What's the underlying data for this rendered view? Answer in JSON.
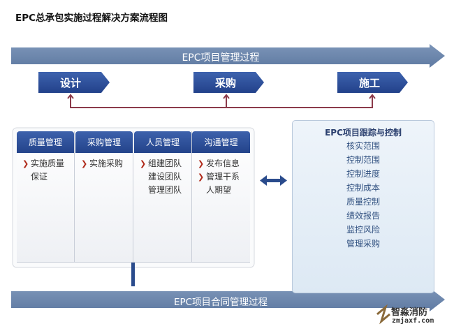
{
  "title": "EPC总承包实施过程解决方案流程图",
  "top_bar": "EPC项目管理过程",
  "phases": [
    "设计",
    "采购",
    "施工"
  ],
  "columns": [
    {
      "header": "质量管理",
      "items": [
        [
          "实施质量",
          "保证"
        ]
      ]
    },
    {
      "header": "采购管理",
      "items": [
        [
          "实施采购"
        ]
      ]
    },
    {
      "header": "人员管理",
      "items": [
        [
          "组建团队",
          "建设团队",
          "管理团队"
        ]
      ]
    },
    {
      "header": "沟通管理",
      "items": [
        [
          "发布信息"
        ],
        [
          "管理干系",
          "人期望"
        ]
      ]
    }
  ],
  "control": {
    "title": "EPC项目跟踪与控制",
    "items": [
      "核实范围",
      "控制范围",
      "控制进度",
      "控制成本",
      "质量控制",
      "绩效报告",
      "监控风险",
      "管理采购"
    ]
  },
  "bottom_bar": "EPC项目合同管理过程",
  "watermark": {
    "name": "智淼消防",
    "url": "zmjaxf.com"
  },
  "colors": {
    "bar": "#6f89ad",
    "phase": "#2c4f9a",
    "connector": "#8b3a4a",
    "arrow": "#2a4b8c"
  }
}
